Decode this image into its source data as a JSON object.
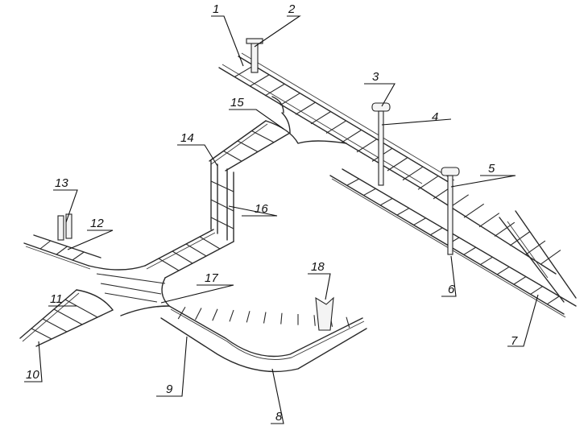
{
  "callouts": [
    {
      "id": "c1",
      "text": "1"
    },
    {
      "id": "c2",
      "text": "2"
    },
    {
      "id": "c3",
      "text": "3"
    },
    {
      "id": "c4",
      "text": "4"
    },
    {
      "id": "c5",
      "text": "5"
    },
    {
      "id": "c6",
      "text": "6"
    },
    {
      "id": "c7",
      "text": "7"
    },
    {
      "id": "c8",
      "text": "8"
    },
    {
      "id": "c9",
      "text": "9"
    },
    {
      "id": "c10",
      "text": "10"
    },
    {
      "id": "c11",
      "text": "11"
    },
    {
      "id": "c12",
      "text": "12"
    },
    {
      "id": "c13",
      "text": "13"
    },
    {
      "id": "c14",
      "text": "14"
    },
    {
      "id": "c15",
      "text": "15"
    },
    {
      "id": "c16",
      "text": "16"
    },
    {
      "id": "c17",
      "text": "17"
    },
    {
      "id": "c18",
      "text": "18"
    }
  ],
  "colors": {
    "line": "#2a2a2a",
    "background": "#ffffff"
  }
}
